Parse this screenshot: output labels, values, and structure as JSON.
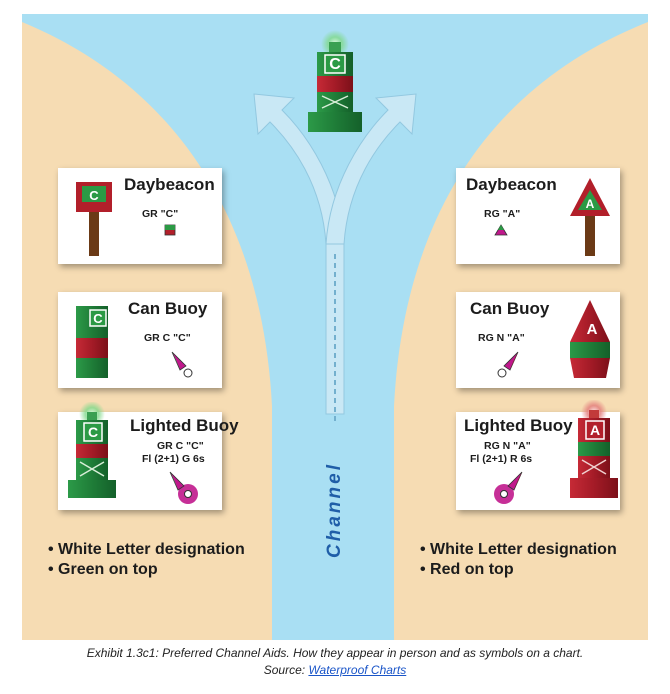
{
  "channel_label": "Channel",
  "top_buoy": {
    "letter": "C"
  },
  "left_column": {
    "daybeacon": {
      "title": "Daybeacon",
      "letter": "C",
      "chart_label": "GR \"C\""
    },
    "can_buoy": {
      "title": "Can Buoy",
      "letter": "C",
      "chart_label": "GR C \"C\""
    },
    "lighted_buoy": {
      "title": "Lighted Buoy",
      "letter": "C",
      "chart_label_line1": "GR C \"C\"",
      "chart_label_line2": "Fl (2+1) G 6s"
    },
    "bullets": [
      "• White Letter designation",
      "• Green on top"
    ]
  },
  "right_column": {
    "daybeacon": {
      "title": "Daybeacon",
      "letter": "A",
      "chart_label": "RG \"A\""
    },
    "nun_buoy": {
      "title": "Can Buoy",
      "letter": "A",
      "chart_label": "RG N \"A\""
    },
    "lighted_buoy": {
      "title": "Lighted Buoy",
      "letter": "A",
      "chart_label_line1": "RG N \"A\"",
      "chart_label_line2": "Fl (2+1) R 6s"
    },
    "bullets": [
      "• White Letter designation",
      "• Red on top"
    ]
  },
  "caption": {
    "line1": "Exhibit 1.3c1: Preferred Channel Aids. How they appear in person and as symbols on a chart.",
    "source_prefix": "Source: ",
    "source_link": "Waterproof Charts"
  },
  "colors": {
    "sand": "#f6dcb3",
    "water": "#a9dff3",
    "green": "#1f8a3c",
    "red": "#b21f2a",
    "magenta": "#c0188c"
  },
  "icons": [
    "arrow-up-left-icon",
    "arrow-up-right-icon",
    "light-glow-icon",
    "chart-symbol-icon"
  ]
}
